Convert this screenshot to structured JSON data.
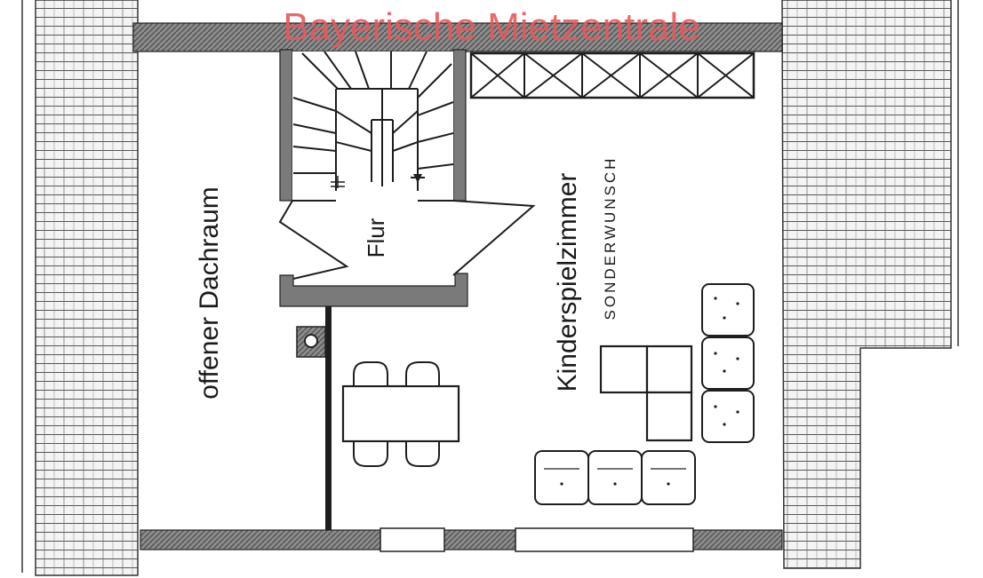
{
  "watermark": "Bayerische Mietzentrale",
  "rooms": {
    "attic": "offener Dachraum",
    "hall": "Flur",
    "playroom": "Kinderspielzimmer",
    "playroom_note": "SONDERWUNSCH"
  },
  "colors": {
    "watermark": "#e8585c",
    "lines": "#1e1e1e",
    "wall_fill": "#7a7a7a"
  }
}
